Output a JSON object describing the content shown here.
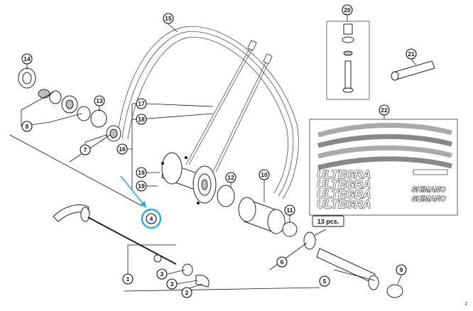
{
  "callouts": [
    {
      "id": "c1",
      "label": "1"
    },
    {
      "id": "c2",
      "label": "2"
    },
    {
      "id": "c3a",
      "label": "3"
    },
    {
      "id": "c3b",
      "label": "3"
    },
    {
      "id": "c4",
      "label": "4"
    },
    {
      "id": "c5",
      "label": "5"
    },
    {
      "id": "c6",
      "label": "6"
    },
    {
      "id": "c7",
      "label": "7"
    },
    {
      "id": "c8",
      "label": "8"
    },
    {
      "id": "c9",
      "label": "9"
    },
    {
      "id": "c10",
      "label": "10"
    },
    {
      "id": "c11",
      "label": "11"
    },
    {
      "id": "c12",
      "label": "12"
    },
    {
      "id": "c13",
      "label": "13"
    },
    {
      "id": "c14",
      "label": "14"
    },
    {
      "id": "c15",
      "label": "15"
    },
    {
      "id": "c16",
      "label": "16"
    },
    {
      "id": "c17",
      "label": "17"
    },
    {
      "id": "c18",
      "label": "18"
    },
    {
      "id": "c19a",
      "label": "19"
    },
    {
      "id": "c19b",
      "label": "19"
    },
    {
      "id": "c20",
      "label": "20"
    },
    {
      "id": "c21",
      "label": "21"
    },
    {
      "id": "c22",
      "label": "22"
    }
  ],
  "quantity_label": "13 pcs.",
  "decals": {
    "brand_large": "ULTEGRA",
    "maker": "SHIMANO"
  },
  "page_number": "2",
  "colors": {
    "highlight": "#29a8e0",
    "line": "#111111"
  }
}
